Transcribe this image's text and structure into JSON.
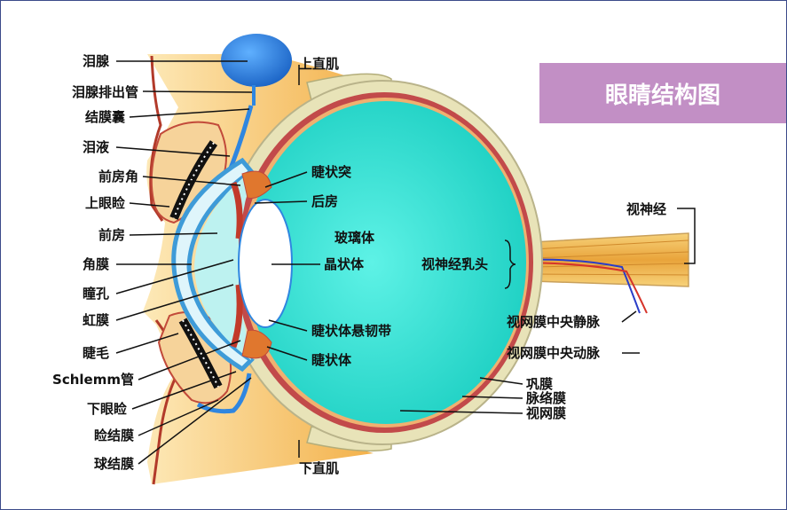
{
  "title": "眼睛结构图",
  "colors": {
    "vitreous": "#2ee6d8",
    "sclera": "#e8e3b8",
    "choroid": "#c24a4a",
    "lacrimal": "#2f86e0",
    "skin": "#f5c070",
    "title_bg": "#c28fc5"
  },
  "labels_left": [
    "泪腺",
    "泪腺排出管",
    "结膜囊",
    "泪液",
    "前房角",
    "上眼睑",
    "前房",
    "角膜",
    "瞳孔",
    "虹膜",
    "睫毛",
    "Schlemm管",
    "下眼睑",
    "睑结膜",
    "球结膜"
  ],
  "labels_inner": [
    "睫状突",
    "后房",
    "玻璃体",
    "晶状体",
    "睫状体悬韧带",
    "睫状体"
  ],
  "labels_right": {
    "superior_rectus": "上直肌",
    "inferior_rectus": "下直肌",
    "optic_nerve": "视神经",
    "optic_disc": "视神经乳头",
    "central_vein": "视网膜中央静脉",
    "central_artery": "视网膜中央动脉",
    "sclera": "巩膜",
    "choroid": "脉络膜",
    "retina": "视网膜"
  }
}
